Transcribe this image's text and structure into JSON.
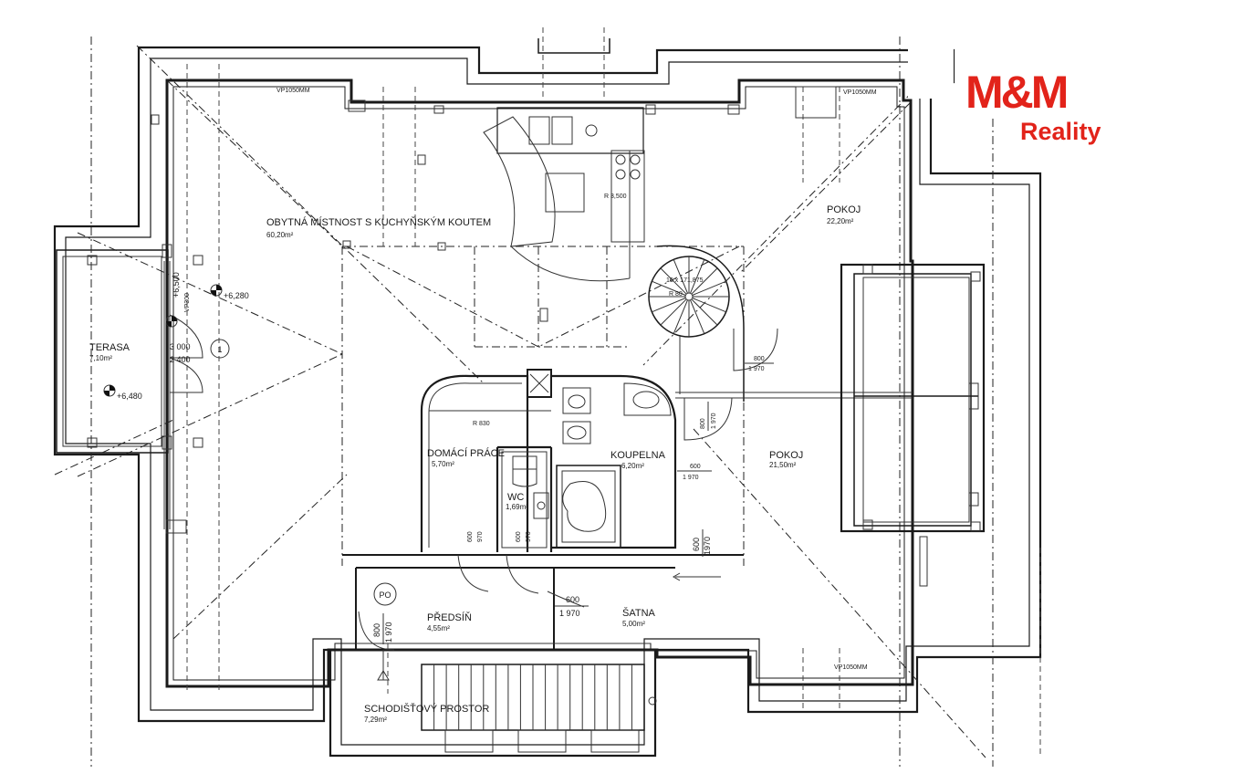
{
  "logo": {
    "brand": "M&M",
    "sub": "Reality",
    "color": "#e2231a"
  },
  "rooms": {
    "living": {
      "name": "OBYTNÁ MÍSTNOST S KUCHYŇSKÝM KOUTEM",
      "area": "60,20m²"
    },
    "bedroom_top": {
      "name": "POKOJ",
      "area": "22,20m²"
    },
    "bedroom_right": {
      "name": "POKOJ",
      "area": "21,50m²"
    },
    "terrace": {
      "name": "TERASA",
      "area": "7,10m²"
    },
    "utility": {
      "name": "DOMÁCÍ PRÁCE",
      "area": "5,70m²"
    },
    "wc": {
      "name": "WC",
      "area": "1,69m²"
    },
    "bathroom": {
      "name": "KOUPELNA",
      "area": "6,20m²"
    },
    "hall": {
      "name": "PŘEDSÍŇ",
      "area": "4,55m²"
    },
    "wardrobe": {
      "name": "ŠATNA",
      "area": "5,00m²"
    },
    "stairs": {
      "name": "SCHODIŠŤOVÝ PROSTOR",
      "area": "7,29m²"
    }
  },
  "labels": {
    "vp_top_left": "VP1050MM",
    "vp_top_right": "VP1050MM",
    "vp_bottom_right": "VP1050MM",
    "vp300": "VP300",
    "level_1": "+6,280",
    "level_2": "+6,500",
    "level_3": "+6,480",
    "r3500": "R 3,500",
    "r830": "R 830",
    "spiral": "16 x 171,875",
    "spiral_r": "R 80",
    "po": "PO",
    "circle_1": "1",
    "terrace_dim_1": "3 000",
    "terrace_dim_2": "2 400"
  },
  "doors": {
    "d1": {
      "w": "800",
      "h": "1 970"
    },
    "d2": {
      "w": "800",
      "h": "1 970"
    },
    "d3": {
      "w": "600",
      "h": "1 970"
    },
    "d4": {
      "w": "600",
      "h": "970"
    },
    "d5": {
      "w": "600",
      "h": "970"
    },
    "d6": {
      "w": "600",
      "h": "1970"
    },
    "d7": {
      "w": "600",
      "h": "1 970"
    },
    "d8": {
      "w": "800",
      "h": "1 970"
    }
  }
}
